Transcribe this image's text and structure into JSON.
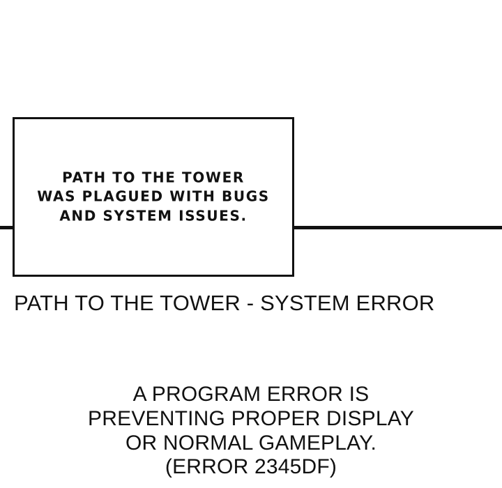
{
  "page": {
    "background_color": "#ffffff",
    "ink_color": "#111111"
  },
  "scene": {
    "horizon_rule": {
      "name": "horizontal-scene-line",
      "color": "#111111"
    }
  },
  "panel": {
    "border_color": "#111111",
    "fill_color": "#ffffff",
    "narration": "PATH TO THE TOWER\nWAS PLAGUED WITH BUGS\nAND SYSTEM ISSUES."
  },
  "caption": {
    "title": "PATH TO THE TOWER - SYSTEM ERROR"
  },
  "error_message": {
    "lines": [
      "A PROGRAM ERROR IS",
      "PREVENTING PROPER DISPLAY",
      "OR NORMAL GAMEPLAY."
    ],
    "code": "(ERROR 2345DF)"
  }
}
